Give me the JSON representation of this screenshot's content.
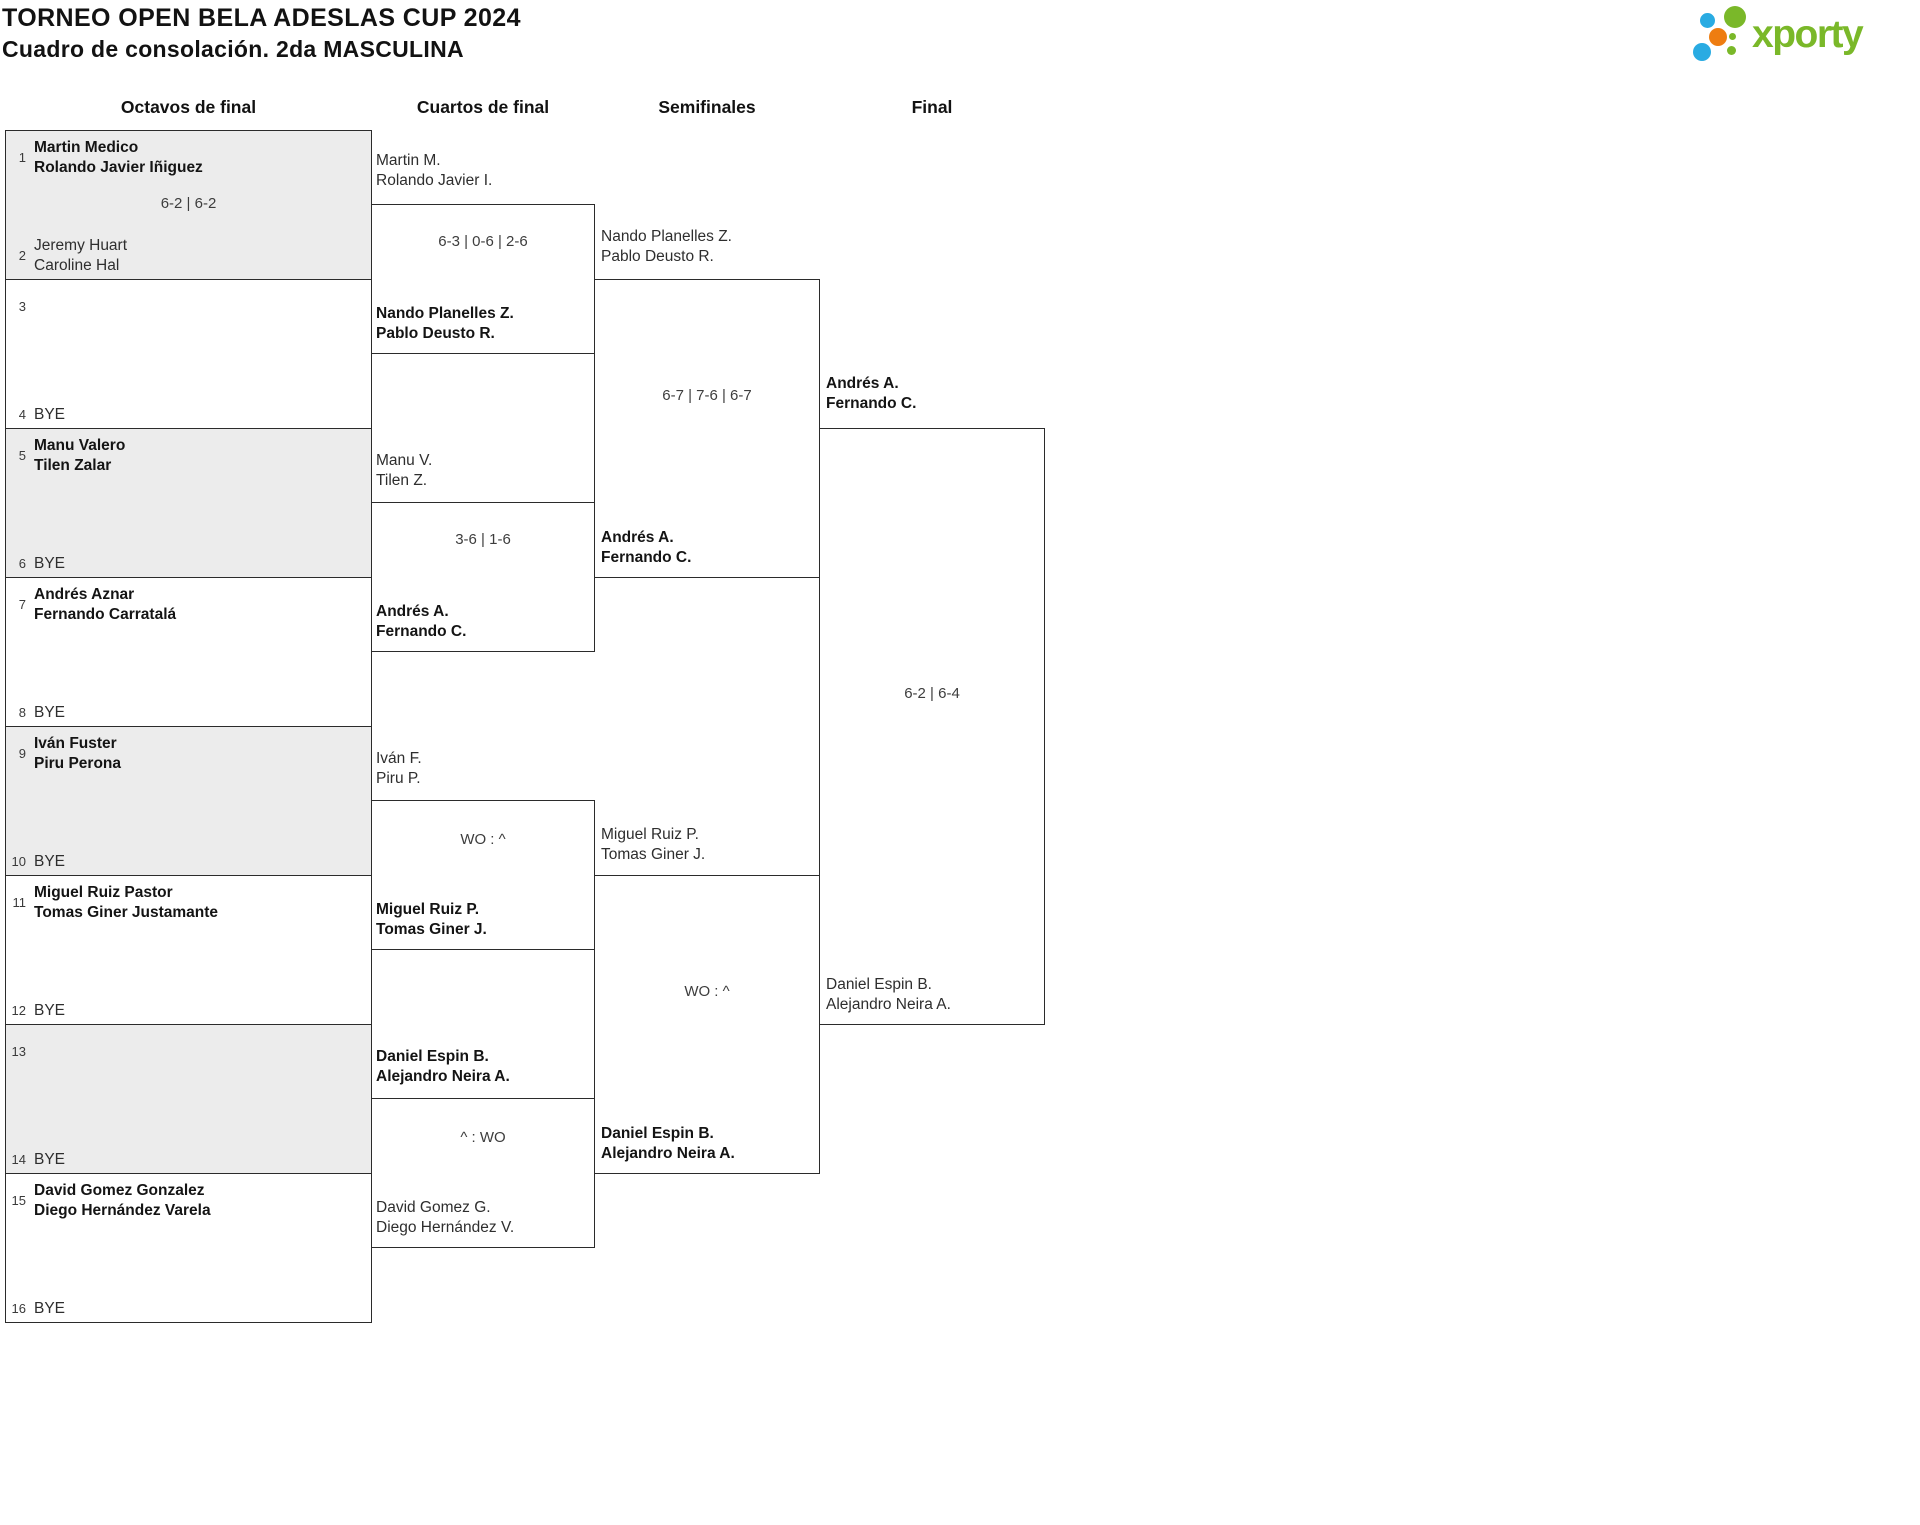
{
  "header": {
    "title": "TORNEO OPEN BELA ADESLAS CUP 2024",
    "subtitle": "Cuadro de consolación. 2da MASCULINA"
  },
  "logo": {
    "text": "xporty",
    "colors": {
      "green": "#7ab829",
      "blue": "#29abe2",
      "orange": "#ee7d11"
    }
  },
  "columns": [
    "Octavos de final",
    "Cuartos de final",
    "Semifinales",
    "Final"
  ],
  "round16": [
    {
      "seeds": [
        "1",
        "2"
      ],
      "top": [
        "Martin Medico",
        "Rolando Javier Iñiguez"
      ],
      "score": "6-2 | 6-2",
      "bottom": [
        "Jeremy Huart",
        "Caroline Hal"
      ]
    },
    {
      "seeds": [
        "3",
        "4"
      ],
      "top": [],
      "bottom": [
        "BYE"
      ]
    },
    {
      "seeds": [
        "5",
        "6"
      ],
      "top": [
        "Manu Valero",
        "Tilen Zalar"
      ],
      "bottom": [
        "BYE"
      ]
    },
    {
      "seeds": [
        "7",
        "8"
      ],
      "top": [
        "Andrés Aznar",
        "Fernando Carratalá"
      ],
      "bottom": [
        "BYE"
      ]
    },
    {
      "seeds": [
        "9",
        "10"
      ],
      "top": [
        "Iván Fuster",
        "Piru Perona"
      ],
      "bottom": [
        "BYE"
      ]
    },
    {
      "seeds": [
        "11",
        "12"
      ],
      "top": [
        "Miguel Ruiz Pastor",
        "Tomas Giner Justamante"
      ],
      "bottom": [
        "BYE"
      ]
    },
    {
      "seeds": [
        "13",
        "14"
      ],
      "top": [],
      "bottom": [
        "BYE"
      ]
    },
    {
      "seeds": [
        "15",
        "16"
      ],
      "top": [
        "David Gomez Gonzalez",
        "Diego Hernández Varela"
      ],
      "bottom": [
        "BYE"
      ]
    }
  ],
  "quarterfinals": [
    {
      "top": [
        "Martin M.",
        "Rolando Javier I."
      ],
      "score": "6-3 | 0-6 | 2-6",
      "bottom": [
        "Nando Planelles Z.",
        "Pablo Deusto R."
      ]
    },
    {
      "top": [
        "Manu V.",
        "Tilen Z."
      ],
      "score": "3-6 | 1-6",
      "bottom": [
        "Andrés A.",
        "Fernando C."
      ]
    },
    {
      "top": [
        "Iván F.",
        "Piru P."
      ],
      "score": "WO : ^",
      "bottom": [
        "Miguel Ruiz P.",
        "Tomas Giner J."
      ]
    },
    {
      "top": [
        "Daniel Espin B.",
        "Alejandro Neira A."
      ],
      "score": "^ : WO",
      "bottom": [
        "David Gomez G.",
        "Diego Hernández V."
      ]
    }
  ],
  "semifinals": [
    {
      "top": [
        "Nando Planelles Z.",
        "Pablo Deusto R."
      ],
      "score": "6-7 | 7-6 | 6-7",
      "bottom": [
        "Andrés A.",
        "Fernando C."
      ]
    },
    {
      "top": [
        "Miguel Ruiz P.",
        "Tomas Giner J."
      ],
      "score": "WO : ^",
      "bottom": [
        "Daniel Espin B.",
        "Alejandro Neira A."
      ]
    }
  ],
  "final": {
    "top": [
      "Andrés A.",
      "Fernando C."
    ],
    "score": "6-2 | 6-4",
    "bottom": [
      "Daniel Espin B.",
      "Alejandro Neira A."
    ]
  }
}
